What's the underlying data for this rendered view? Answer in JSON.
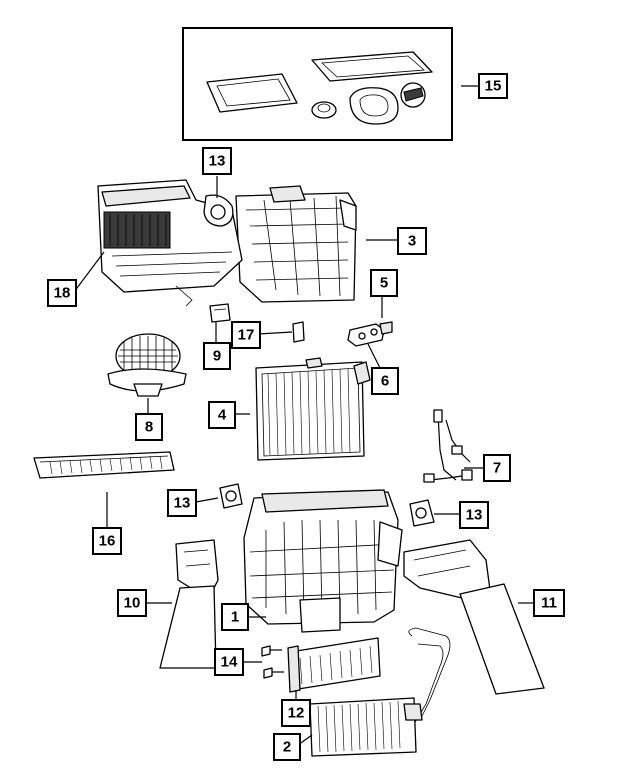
{
  "diagram": {
    "callouts": {
      "c1": "1",
      "c2": "2",
      "c3": "3",
      "c4": "4",
      "c5": "5",
      "c6": "6",
      "c7": "7",
      "c8": "8",
      "c9": "9",
      "c10": "10",
      "c11": "11",
      "c12": "12",
      "c13a": "13",
      "c13b": "13",
      "c13c": "13",
      "c14": "14",
      "c15": "15",
      "c16": "16",
      "c17": "17",
      "c18": "18"
    }
  }
}
